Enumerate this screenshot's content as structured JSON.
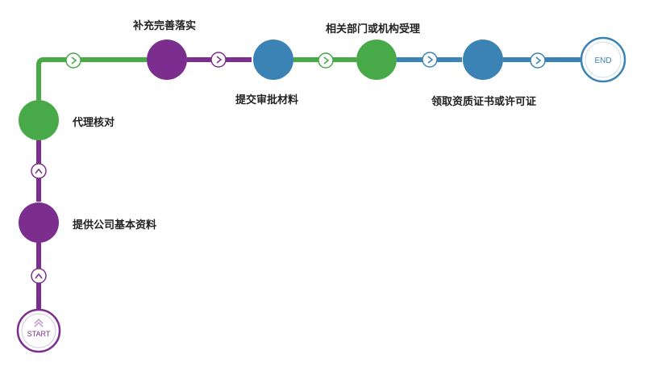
{
  "start_label": "START",
  "end_label": "END",
  "steps": [
    {
      "label": "提供公司基本资料",
      "color": "#7b2e8e"
    },
    {
      "label": "代理核对",
      "color": "#48a948"
    },
    {
      "label": "补充完善落实",
      "color": "#7b2e8e"
    },
    {
      "label": "提交审批材料",
      "color": "#3a83b4"
    },
    {
      "label": "相关部门或机构受理",
      "color": "#48a948"
    },
    {
      "label": "领取资质证书或许可证",
      "color": "#3a83b4"
    }
  ],
  "colors": {
    "purple": "#7b2e8e",
    "green": "#48a948",
    "blue": "#3a83b4"
  },
  "icons": {
    "arrow_up": "chevron-up-icon",
    "arrow_right": "chevron-right-icon",
    "start_arrows": "double-chevron-up-icon"
  }
}
